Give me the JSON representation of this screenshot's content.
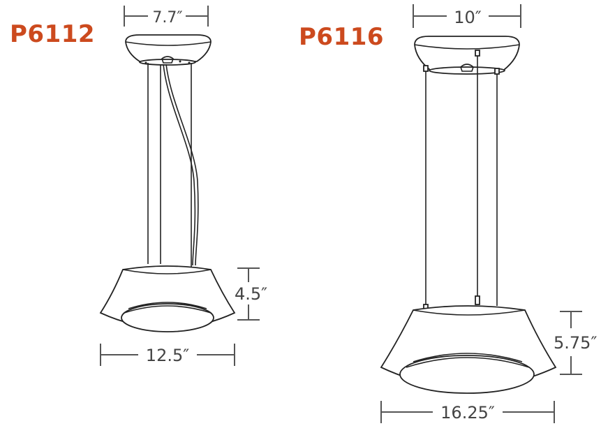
{
  "models": [
    {
      "name": "P6112",
      "dims": {
        "canopy_width": "7.7″",
        "shade_width": "12.5″",
        "shade_height": "4.5″"
      }
    },
    {
      "name": "P6116",
      "dims": {
        "canopy_width": "10″",
        "shade_width": "16.25″",
        "shade_height": "5.75″"
      }
    }
  ],
  "colors": {
    "title": "#cc4a1e",
    "line": "#222222",
    "dimension": "#555555"
  }
}
